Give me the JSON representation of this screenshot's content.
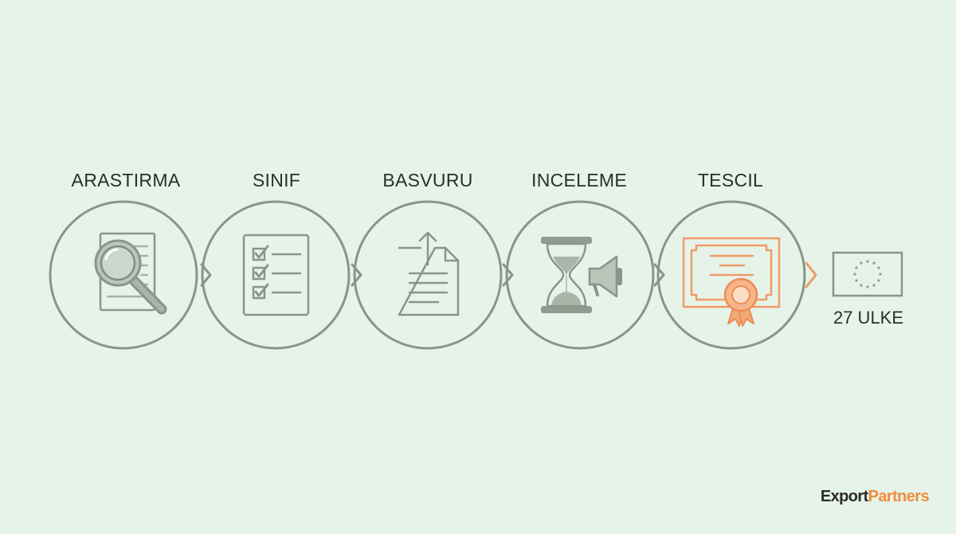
{
  "steps": [
    {
      "label": "ARASTIRMA",
      "icon": "magnifier-document-icon",
      "color": "#879689"
    },
    {
      "label": "SINIF",
      "icon": "checklist-icon",
      "color": "#879689"
    },
    {
      "label": "BASVURU",
      "icon": "document-upload-icon",
      "color": "#879689"
    },
    {
      "label": "INCELEME",
      "icon": "hourglass-megaphone-icon",
      "color": "#879689"
    },
    {
      "label": "TESCIL",
      "icon": "certificate-icon",
      "color": "#ef9b67",
      "highlight": true
    }
  ],
  "result": {
    "label": "27 ULKE",
    "icon": "eu-flag-icon"
  },
  "brand": {
    "part1": "Export",
    "part2": "Partners"
  },
  "colors": {
    "background": "#e6f3e9",
    "line": "#879689",
    "accent": "#ef8d3c",
    "accent_light": "#ef9b67",
    "text": "#2b2e2c"
  }
}
